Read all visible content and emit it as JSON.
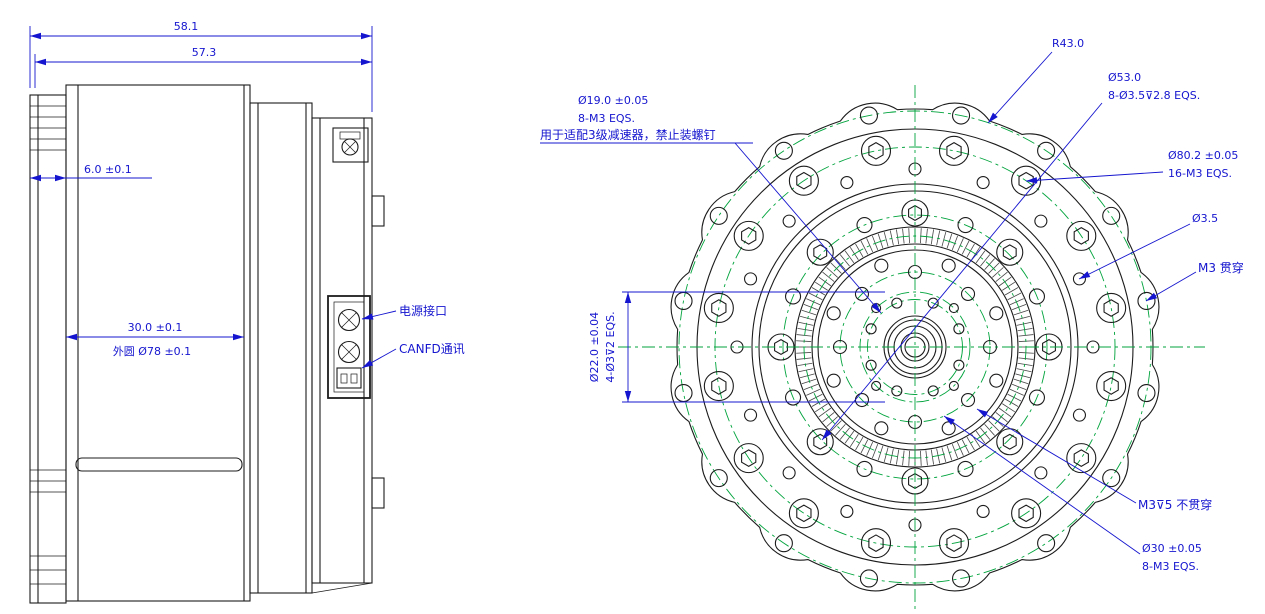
{
  "colors": {
    "dimension_blue": "#1515cf",
    "geometry_black": "#1c1c1c",
    "centerline_green": "#00a33c"
  },
  "side_view": {
    "dim_total_width": "58.1",
    "dim_body_width": "57.3",
    "dim_flange_thickness": "6.0 ±0.1",
    "dim_inner_width": "30.0 ±0.1",
    "dim_outer_circle": "外圆 Ø78 ±0.1",
    "label_power": "电源接口",
    "label_canfd": "CANFD通讯"
  },
  "front_view": {
    "r43": "R43.0",
    "d53_line1": "Ø53.0",
    "d53_line2": "8-Ø3.5⊽2.8 EQS.",
    "d19_line1": "Ø19.0 ±0.05",
    "d19_line2": "8-M3 EQS.",
    "d19_note": "用于适配3级减速器，禁止装螺钉",
    "d80_line1": "Ø80.2 ±0.05",
    "d80_line2": "16-M3 EQS.",
    "d3_5": "Ø3.5",
    "m3_through": "M3 贯穿",
    "d22_line1": "Ø22.0 ±0.04",
    "d22_line2": "4-Ø3⊽2 EQS.",
    "m3_blind": "M3⊽5 不贯穿",
    "d30_line1": "Ø30 ±0.05",
    "d30_line2": "8-M3 EQS."
  }
}
